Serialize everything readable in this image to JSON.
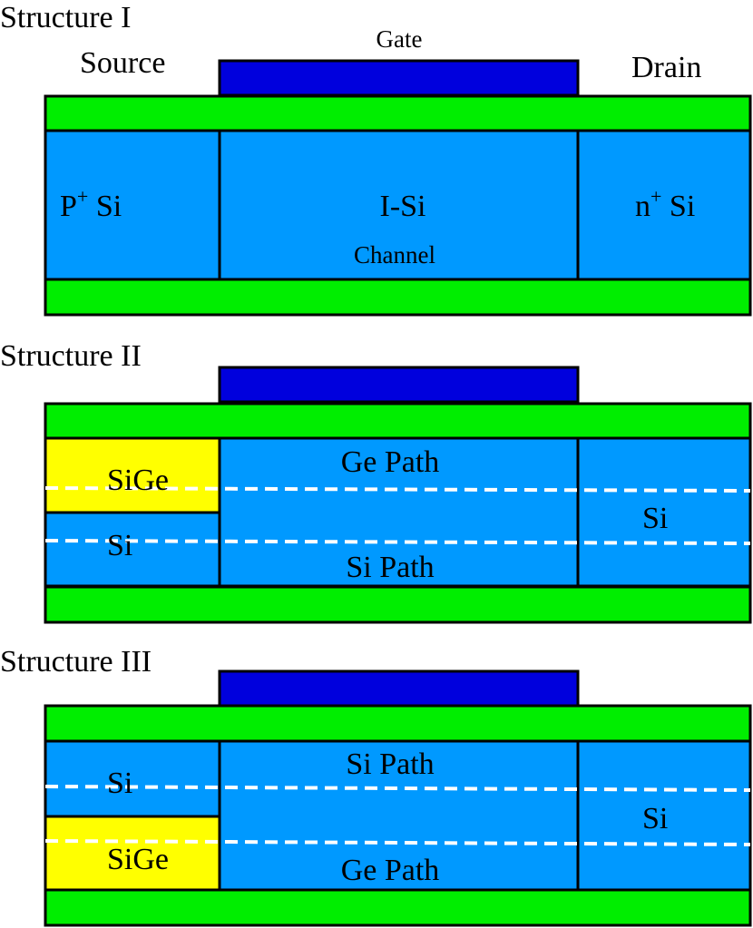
{
  "colors": {
    "gate": "#0000dd",
    "oxide": "#00ee00",
    "silicon": "#0099ff",
    "sige": "#ffff00",
    "outline": "#000000",
    "divider": "#ffffff"
  },
  "structure1": {
    "title": "Structure I",
    "source_label": "Source",
    "gate_label": "Gate",
    "drain_label": "Drain",
    "source_region": {
      "prefix": "P",
      "sup": "+",
      "suffix": " Si"
    },
    "channel_region": "I-Si",
    "channel_label": "Channel",
    "drain_region": {
      "prefix": "n",
      "sup": "+",
      "suffix": " Si"
    }
  },
  "structure2": {
    "title": "Structure II",
    "source_top": "SiGe",
    "source_bottom": "Si",
    "channel_top": "Ge Path",
    "channel_bottom": "Si Path",
    "drain": "Si"
  },
  "structure3": {
    "title": "Structure III",
    "source_top": "Si",
    "source_bottom": "SiGe",
    "channel_top": "Si Path",
    "channel_bottom": "Ge Path",
    "drain": "Si"
  }
}
